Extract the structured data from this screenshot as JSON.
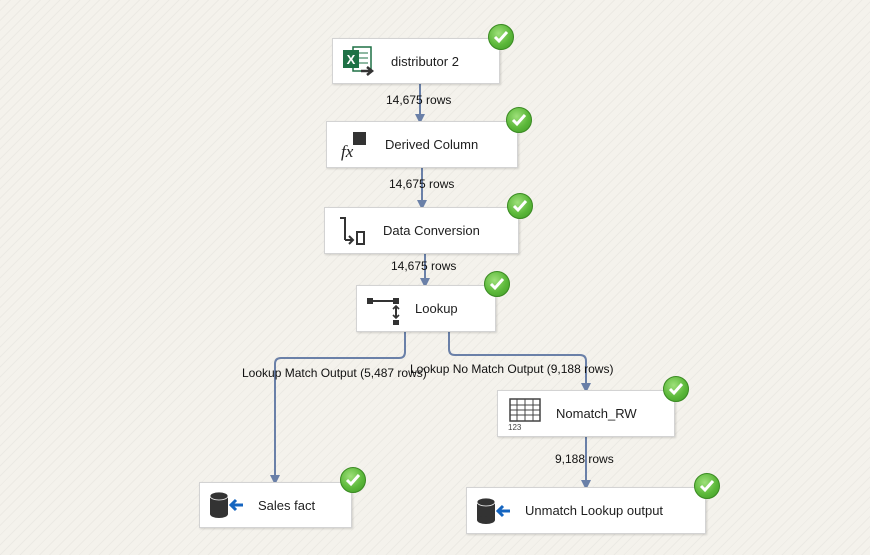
{
  "nodes": {
    "distributor": {
      "label": "distributor 2",
      "icon": "excel-source-icon"
    },
    "derived": {
      "label": "Derived Column",
      "icon": "derived-column-icon"
    },
    "conversion": {
      "label": "Data Conversion",
      "icon": "data-conversion-icon"
    },
    "lookup": {
      "label": "Lookup",
      "icon": "lookup-icon"
    },
    "nomatch": {
      "label": "Nomatch_RW",
      "icon": "table-icon"
    },
    "sales": {
      "label": "Sales fact",
      "icon": "db-destination-icon"
    },
    "unmatch": {
      "label": "Unmatch Lookup output",
      "icon": "db-destination-icon"
    }
  },
  "paths": {
    "p1": "14,675 rows",
    "p2": "14,675 rows",
    "p3": "14,675 rows",
    "match": "Lookup Match Output (5,487 rows)",
    "nomatch": "Lookup No Match Output (9,188 rows)",
    "p6": "9,188 rows"
  },
  "status_icon": "success-check-icon",
  "colors": {
    "arrow": "#6a80a8",
    "success": "#5cb83a",
    "excel": "#1e7145",
    "destination": "#1565c0"
  }
}
